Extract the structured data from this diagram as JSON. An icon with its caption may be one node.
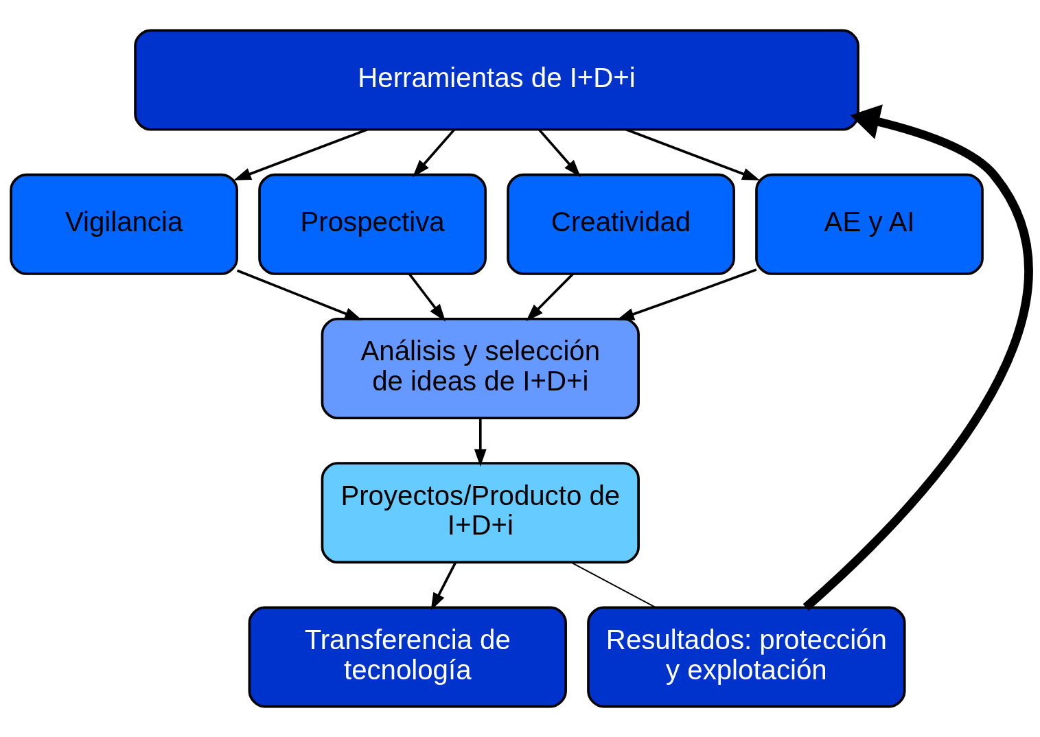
{
  "diagram": {
    "nodes": [
      {
        "text": [
          "Herramientas de I+D+i"
        ]
      },
      {
        "text": [
          "Vigilancia"
        ]
      },
      {
        "text": [
          "Prospectiva"
        ]
      },
      {
        "text": [
          "Creatividad"
        ]
      },
      {
        "text": [
          "AE y AI"
        ]
      },
      {
        "text": [
          "Análisis y selección de ideas de I+D+i"
        ]
      },
      {
        "text": [
          "Proyectos/Producto de I+D+i"
        ]
      },
      {
        "text": [
          "Transferencia de tecnología"
        ]
      },
      {
        "text": [
          "Resultados: protección y explotación"
        ]
      }
    ],
    "edges": [
      {
        "from": 0,
        "to": 1,
        "arrow": "to"
      },
      {
        "from": 0,
        "to": 2,
        "arrow": "to"
      },
      {
        "from": 0,
        "to": 3,
        "arrow": "to"
      },
      {
        "from": 0,
        "to": 4,
        "arrow": "to"
      },
      {
        "from": 1,
        "to": 5,
        "arrow": "to"
      },
      {
        "from": 2,
        "to": 5,
        "arrow": "to"
      },
      {
        "from": 3,
        "to": 5,
        "arrow": "to"
      },
      {
        "from": 4,
        "to": 5,
        "arrow": "to"
      },
      {
        "from": 5,
        "to": 6,
        "arrow": "to"
      },
      {
        "from": 6,
        "to": 7,
        "arrow": "to"
      },
      {
        "from": 6,
        "to": 8,
        "arrow": "none"
      },
      {
        "from": 8,
        "to": 0,
        "arrow": "to",
        "style": "thick"
      }
    ]
  }
}
